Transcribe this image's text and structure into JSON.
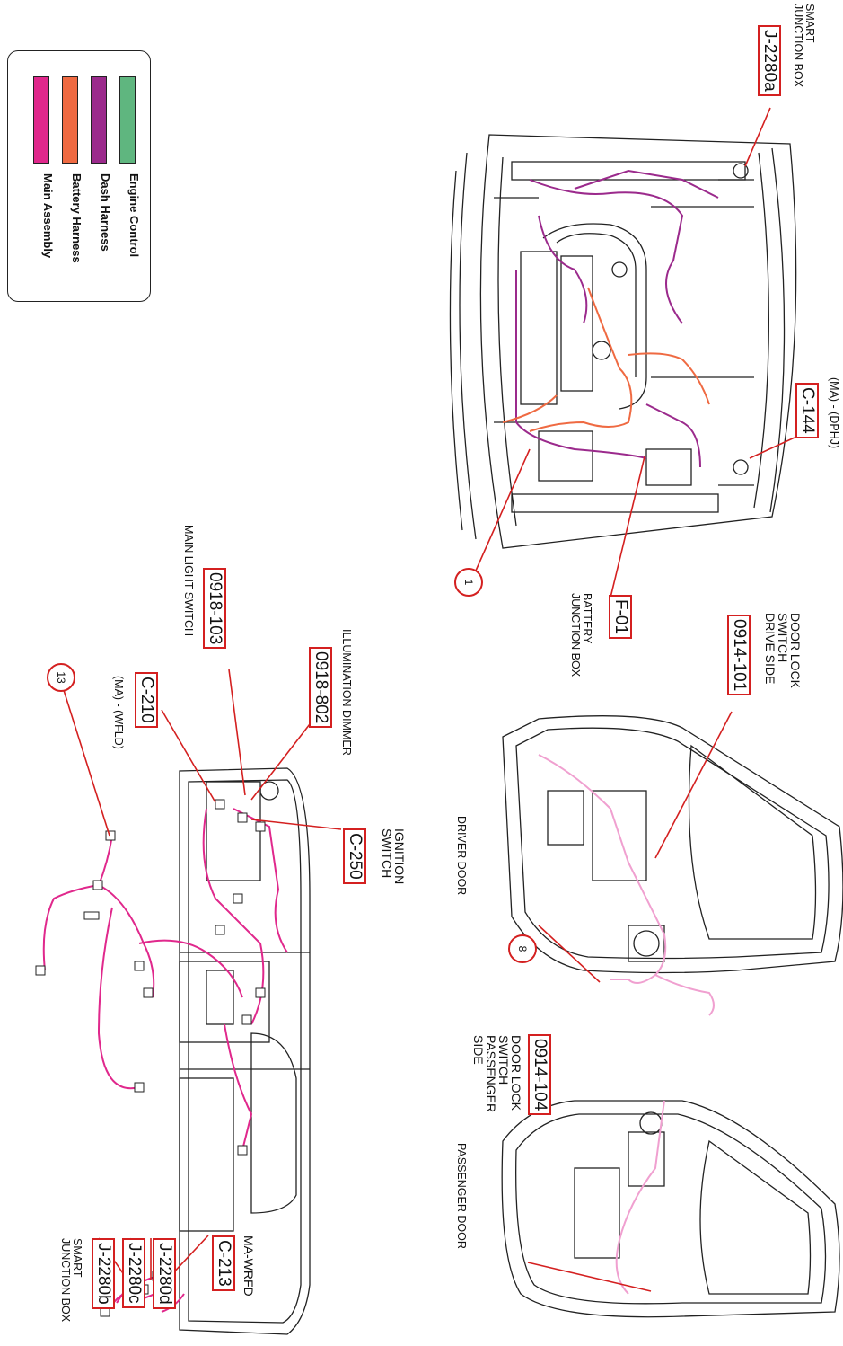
{
  "legend": {
    "items": [
      {
        "label": "Engine Control",
        "color": "#5fb67f"
      },
      {
        "label": "Dash Harness",
        "color": "#9b2a8c"
      },
      {
        "label": "Battery Harness",
        "color": "#ef6a42"
      },
      {
        "label": "Main Assembly",
        "color": "#e0288c"
      }
    ]
  },
  "colors": {
    "callout_border": "#d42020",
    "wire_pink": "#e0288c",
    "wire_orange": "#ef6a42",
    "wire_light": "#f0a0d0",
    "line": "#222222"
  },
  "engine_bay": {
    "j2280a": {
      "code": "J-2280a",
      "label": "SMART\nJUNCTION BOX"
    },
    "c144": {
      "code": "C-144",
      "label": "(MA) - (DPHJ)"
    },
    "f01": {
      "code": "F-01",
      "label": "BATTERY\nJUNCTION BOX"
    },
    "marker1": "1"
  },
  "driver_door": {
    "title": "DRIVER DOOR",
    "c0914_101": {
      "code": "0914-101",
      "label": "DOOR LOCK\nSWITCH\nDRIVE SIDE"
    },
    "marker8": "8"
  },
  "passenger_door": {
    "title": "PASSENGER DOOR",
    "c0914_104": {
      "code": "0914-104",
      "label": "DOOR LOCK\nSWITCH\nPASSENGER\nSIDE"
    }
  },
  "dash": {
    "main_light": {
      "code": "0918-103",
      "label": "MAIN LIGHT SWITCH"
    },
    "illum": {
      "code": "0918-802",
      "label": "ILLUMINATION DIMMER"
    },
    "c210": {
      "code": "C-210",
      "label": "(MA) - (WFLD)"
    },
    "ignition": {
      "code": "C-250",
      "label": "IGNITION\nSWITCH"
    },
    "c213": {
      "code": "C-213",
      "label": "MA-WRFD"
    },
    "j2280d": {
      "code": "J-2280d"
    },
    "j2280c": {
      "code": "J-2280c"
    },
    "j2280b": {
      "code": "J-2280b"
    },
    "smart_jb": {
      "label": "SMART\nJUNCTION BOX"
    },
    "marker13": "13"
  }
}
